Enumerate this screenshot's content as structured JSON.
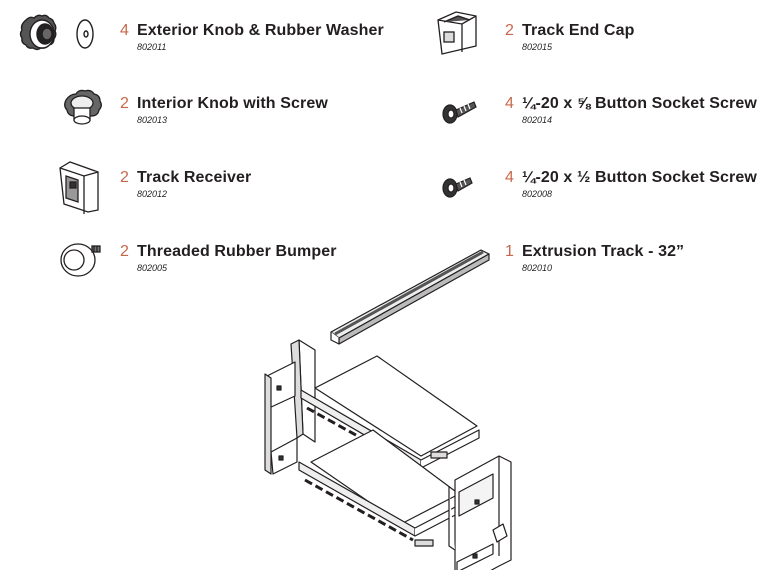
{
  "parts": [
    {
      "id": "exterior-knob",
      "qty": "4",
      "name": "Exterior Knob & Rubber Washer",
      "sku": "802011",
      "icon": "exterior-knob-washer-icon"
    },
    {
      "id": "interior-knob",
      "qty": "2",
      "name": "Interior Knob with Screw",
      "sku": "802013",
      "icon": "interior-knob-screw-icon"
    },
    {
      "id": "track-receiver",
      "qty": "2",
      "name": "Track Receiver",
      "sku": "802012",
      "icon": "track-receiver-icon"
    },
    {
      "id": "rubber-bumper",
      "qty": "2",
      "name": "Threaded Rubber Bumper",
      "sku": "802005",
      "icon": "rubber-bumper-icon"
    },
    {
      "id": "track-end-cap",
      "qty": "2",
      "name": "Track End Cap",
      "sku": "802015",
      "icon": "track-end-cap-icon"
    },
    {
      "id": "screw-58",
      "qty": "4",
      "name": "¼-20 x ⅝ Button Socket Screw",
      "sku": "802014",
      "icon": "button-socket-screw-icon"
    },
    {
      "id": "screw-12",
      "qty": "4",
      "name": "¼-20 x ½ Button Socket Screw",
      "sku": "802008",
      "icon": "button-socket-screw-icon"
    },
    {
      "id": "extrusion-track",
      "qty": "1",
      "name": "Extrusion Track - 32”",
      "sku": "802010",
      "icon": "extrusion-track-icon"
    }
  ],
  "colors": {
    "quantity": "#c8684a",
    "text": "#231f20",
    "line": "#231f20"
  }
}
